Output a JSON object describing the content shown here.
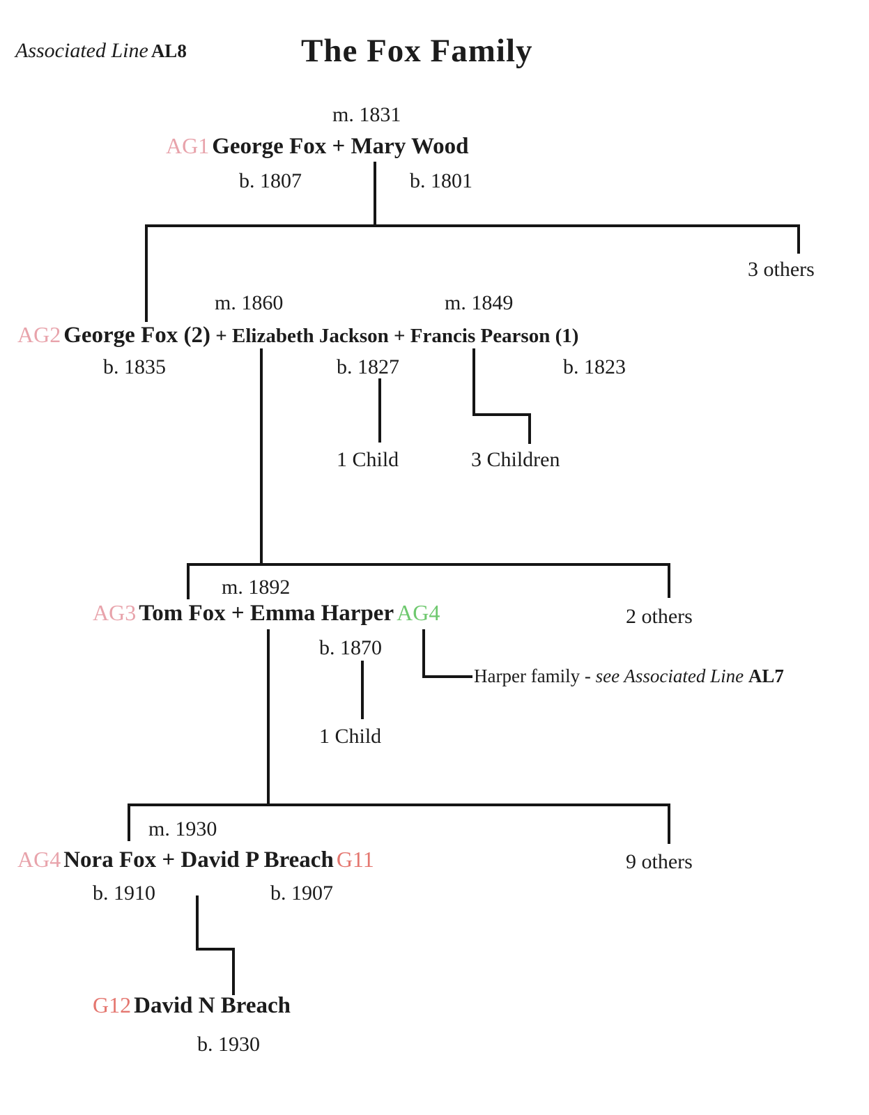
{
  "page": {
    "associated_line_label": "Associated Line",
    "associated_line_code": "AL8",
    "title": "The Fox Family"
  },
  "gen1": {
    "marriage": "m. 1831",
    "tag": "AG1",
    "names": "George Fox + Mary Wood",
    "husband_birth": "b. 1807",
    "wife_birth": "b. 1801",
    "others": "3 others"
  },
  "gen2": {
    "marriage_left": "m. 1860",
    "marriage_right": "m. 1849",
    "tag": "AG2",
    "name_main": "George Fox (2)",
    "name_rest": " + Elizabeth Jackson + Francis Pearson (1)",
    "husband_birth": "b. 1835",
    "wife_birth": "b. 1827",
    "second_husband_birth": "b. 1823",
    "wife_children": "1 Child",
    "second_husband_children": "3 Children"
  },
  "gen3": {
    "marriage": "m. 1892",
    "tag": "AG3",
    "names": "Tom Fox + Emma Harper",
    "wife_tag": "AG4",
    "wife_birth": "b. 1870",
    "wife_children": "1 Child",
    "others": "2 others",
    "harper_note_plain": "Harper family - ",
    "harper_note_italic": "see Associated  Line ",
    "harper_note_code": "AL7"
  },
  "gen4": {
    "marriage": "m. 1930",
    "tag": "AG4",
    "names": "Nora Fox + David P Breach",
    "husband_tag": "G11",
    "wife_birth": "b. 1910",
    "husband_birth": "b. 1907",
    "others": "9 others"
  },
  "gen5": {
    "tag": "G12",
    "name": "David N Breach",
    "birth": "b. 1930"
  },
  "colors": {
    "tag_pink": "#e8a3ab",
    "tag_green": "#6ec86e",
    "tag_red": "#e4766f"
  }
}
